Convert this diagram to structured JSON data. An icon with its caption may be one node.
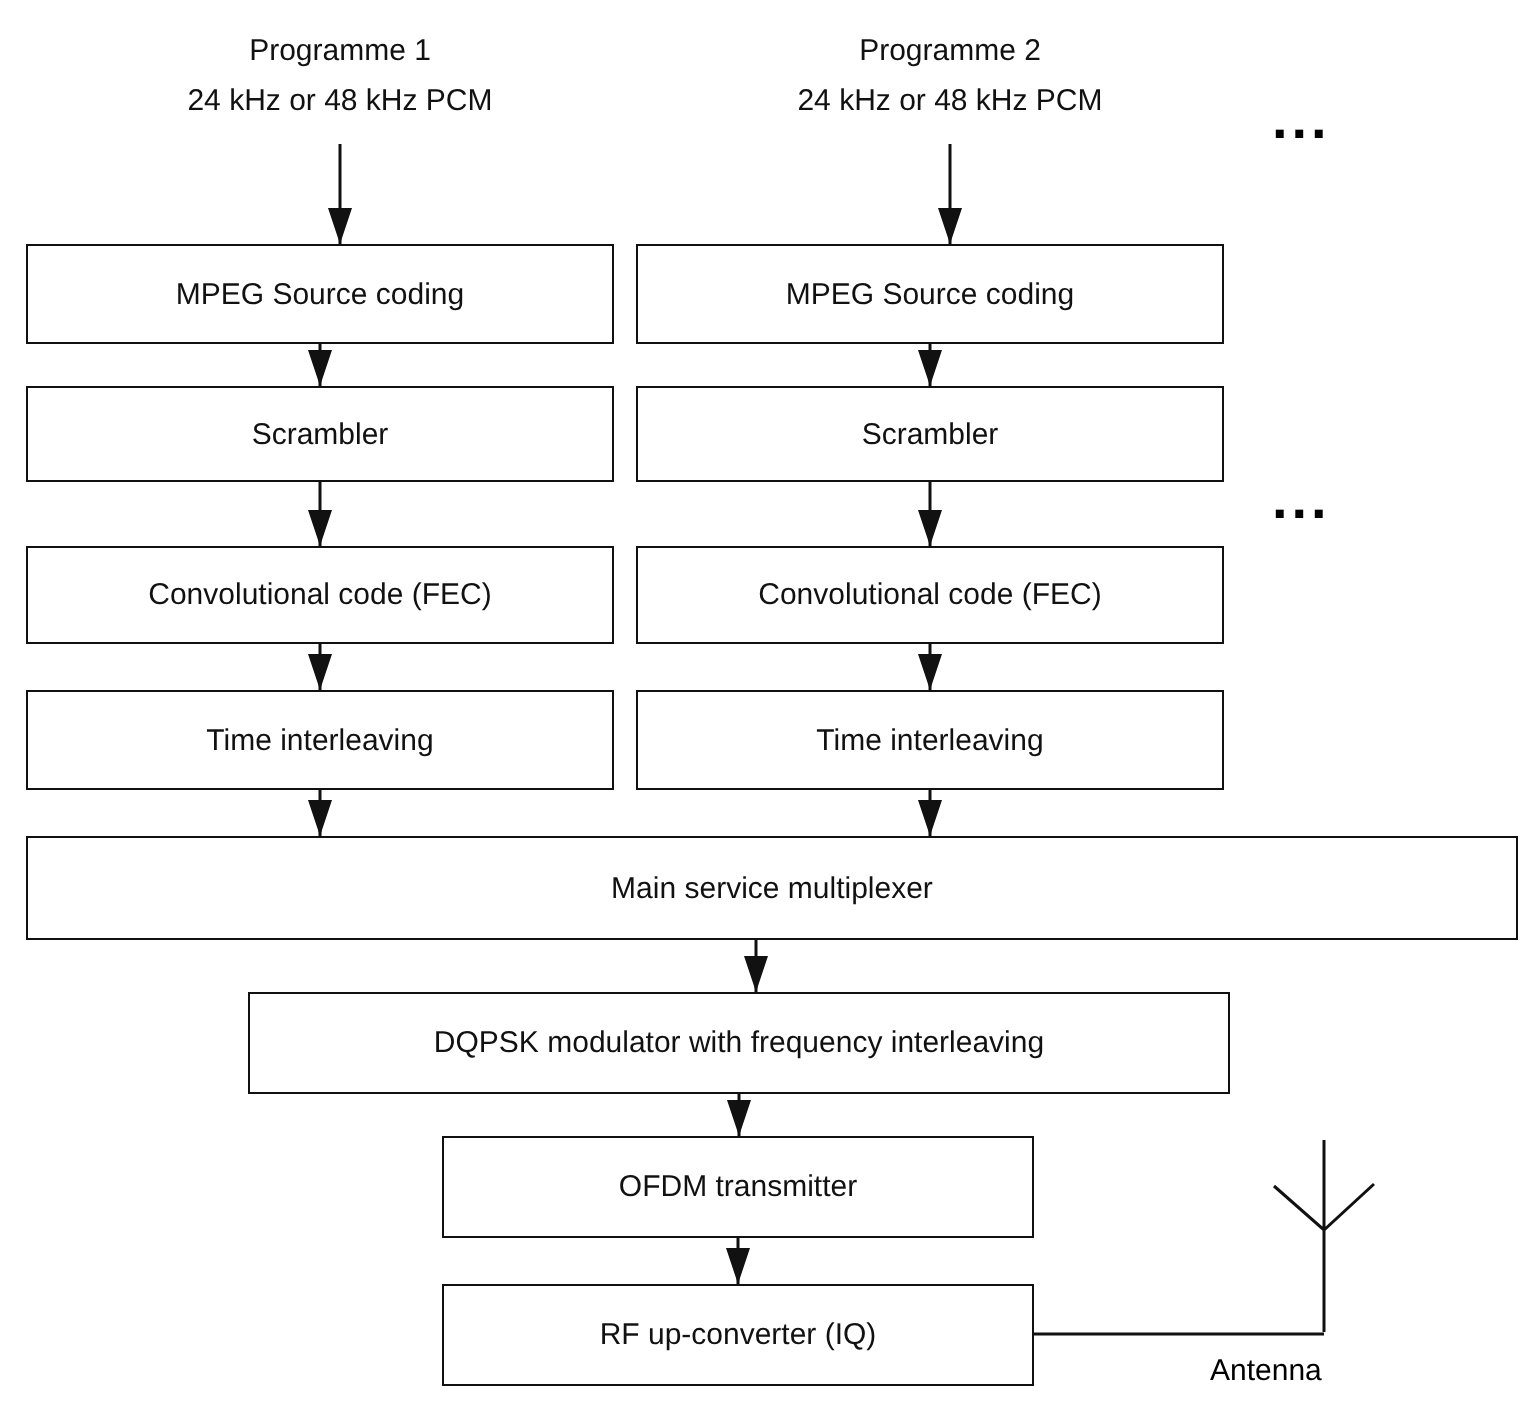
{
  "diagram": {
    "nodes": [
      {
        "text": [
          "Programme 1",
          "24 kHz or 48 kHz PCM"
        ]
      },
      {
        "text": [
          "Programme 2",
          "24 kHz or 48 kHz PCM"
        ]
      },
      {
        "text": [
          "MPEG Source coding"
        ]
      },
      {
        "text": [
          "MPEG Source coding"
        ]
      },
      {
        "text": [
          "Scrambler"
        ]
      },
      {
        "text": [
          "Scrambler"
        ]
      },
      {
        "text": [
          "Convolutional code (FEC)"
        ]
      },
      {
        "text": [
          "Convolutional code (FEC)"
        ]
      },
      {
        "text": [
          "Time interleaving"
        ]
      },
      {
        "text": [
          "Time interleaving"
        ]
      },
      {
        "text": [
          "Main service multiplexer"
        ]
      },
      {
        "text": [
          "DQPSK modulator with frequency interleaving"
        ]
      },
      {
        "text": [
          "OFDM transmitter"
        ]
      },
      {
        "text": [
          "RF up-converter (IQ)"
        ]
      },
      {
        "text": [],
        "shape": "picture",
        "beside": [
          "Antenna"
        ]
      }
    ],
    "edges": [
      {
        "from": 0,
        "to": 2,
        "arrow": "to"
      },
      {
        "from": 1,
        "to": 3,
        "arrow": "to"
      },
      {
        "from": 2,
        "to": 4,
        "arrow": "to"
      },
      {
        "from": 3,
        "to": 5,
        "arrow": "to"
      },
      {
        "from": 4,
        "to": 6,
        "arrow": "to"
      },
      {
        "from": 5,
        "to": 7,
        "arrow": "to"
      },
      {
        "from": 6,
        "to": 8,
        "arrow": "to"
      },
      {
        "from": 7,
        "to": 9,
        "arrow": "to"
      },
      {
        "from": 8,
        "to": 10,
        "arrow": "to"
      },
      {
        "from": 9,
        "to": 10,
        "arrow": "to"
      },
      {
        "from": 10,
        "to": 11,
        "arrow": "to"
      },
      {
        "from": 11,
        "to": 12,
        "arrow": "to"
      },
      {
        "from": 12,
        "to": 13,
        "arrow": "to"
      },
      {
        "from": 13,
        "to": 14,
        "arrow": "none"
      }
    ],
    "labels": [
      "...",
      "..."
    ]
  }
}
